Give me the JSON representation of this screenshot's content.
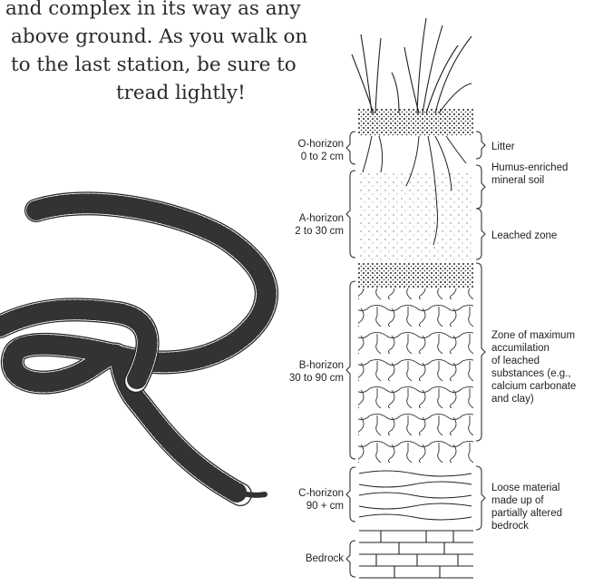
{
  "intro_lines": [
    "and complex in its way as any",
    "above ground. As you walk on",
    "to the last station, be sure to",
    "tread lightly!"
  ],
  "horizons": [
    {
      "name": "O-horizon",
      "depth": "0 to 2 cm"
    },
    {
      "name": "A-horizon",
      "depth": "2 to 30 cm"
    },
    {
      "name": "B-horizon",
      "depth": "30 to 90 cm"
    },
    {
      "name": "C-horizon",
      "depth": "90 + cm"
    },
    {
      "name": "Bedrock",
      "depth": ""
    }
  ],
  "descriptions": {
    "litter": "Litter",
    "humus": [
      "Humus-enriched",
      "mineral soil"
    ],
    "leached": "Leached zone",
    "b_zone": [
      "Zone of maximum",
      "accumilation",
      "of leached",
      "substances (e.g.,",
      "calcium carbonate",
      "and clay)"
    ],
    "c_zone": [
      "Loose material",
      "made up of",
      "partially altered",
      "bedrock"
    ]
  },
  "figures": {
    "worm": "earthworm-illustration",
    "profile": "soil-profile-cross-section"
  }
}
